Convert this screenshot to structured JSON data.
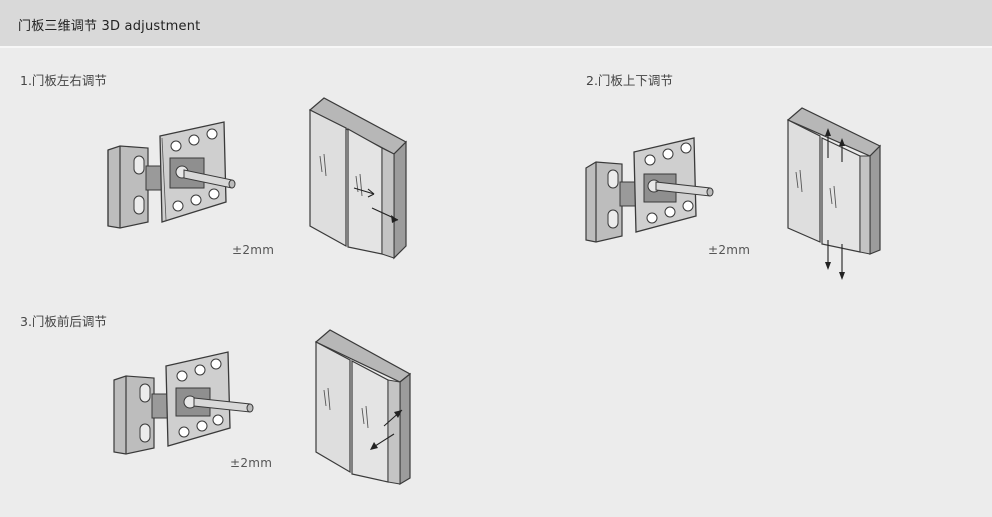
{
  "header": {
    "title": "门板三维调节 3D adjustment"
  },
  "sections": [
    {
      "label": "1.门板左右调节",
      "tolerance": "±2mm"
    },
    {
      "label": "2.门板上下调节",
      "tolerance": "±2mm"
    },
    {
      "label": "3.门板前后调节",
      "tolerance": "±2mm"
    }
  ],
  "colors": {
    "background": "#ececec",
    "header_bg": "#d9d9d9",
    "hinge_plate": "#c9c9c9",
    "door_front": "#dedede",
    "door_side": "#9c9c9c"
  }
}
